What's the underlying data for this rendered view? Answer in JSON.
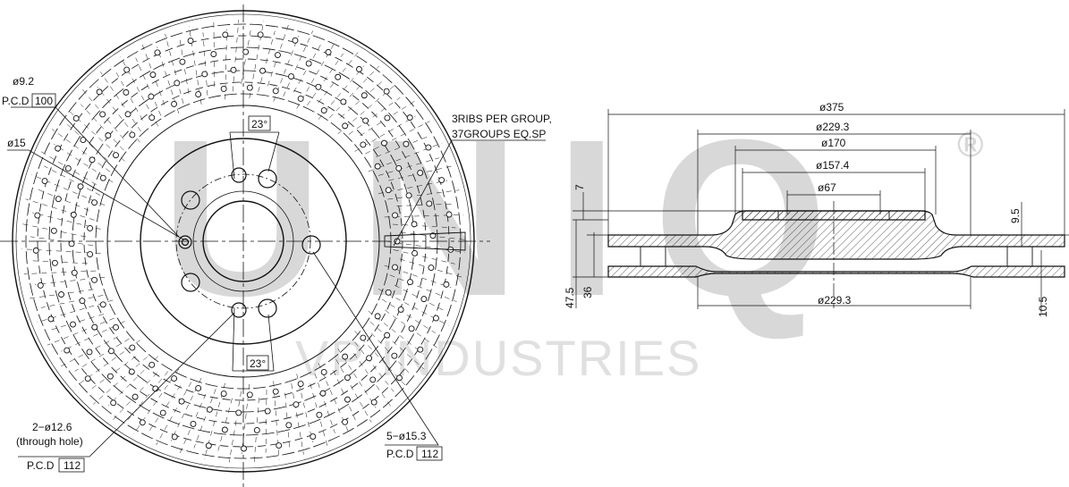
{
  "watermark": {
    "brand": "UNIQ",
    "registered": "®",
    "subtitle": "VP INDUSTRIES"
  },
  "front_view": {
    "small_hole_dia": "ø9.2",
    "small_hole_pcd_prefix": "P.C.D",
    "small_hole_pcd": "100",
    "center_hole_dia": "ø15",
    "angle_top": "23°",
    "angle_bottom": "23°",
    "ribs_line1": "3RIBS PER GROUP,",
    "ribs_line2": "37GROUPS EQ.SP",
    "through_hole_line1": "2−ø12.6",
    "through_hole_line2": "(through hole)",
    "through_hole_pcd_prefix": "P.C.D",
    "through_hole_pcd": "112",
    "bolt_holes": "5−ø15.3",
    "bolt_pcd_prefix": "P.C.D",
    "bolt_pcd": "112"
  },
  "section_view": {
    "d_outer": "ø375",
    "d_229_top": "ø229.3",
    "d_170": "ø170",
    "d_157": "ø157.4",
    "d_67": "ø67",
    "d_229_bottom": "ø229.3",
    "dim_7": "7",
    "dim_47_5": "47.5",
    "dim_36": "36",
    "dim_9_5": "9.5",
    "dim_10_5": "10.5"
  }
}
